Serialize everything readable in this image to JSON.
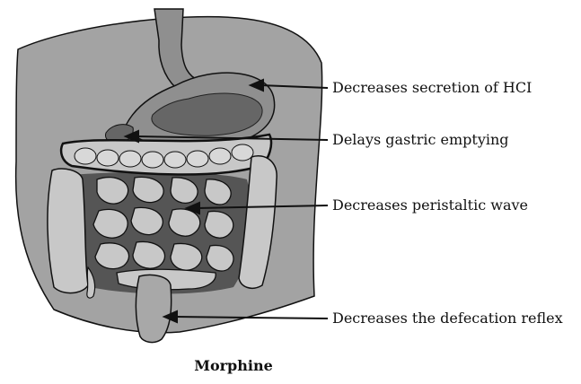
{
  "labels": {
    "hcl": "Decreases secretion of HCI",
    "gastric": "Delays gastric emptying",
    "peristaltic": "Decreases peristaltic wave",
    "defecation": "Decreases the defecation reflex"
  },
  "caption": "Morphine",
  "colors": {
    "torso": "#a3a3a3",
    "stomach": "#8f8f8f",
    "stomach_inner": "#666666",
    "intestine": "#c8c8c8",
    "intestine_gap": "#555555",
    "outline": "#111111"
  }
}
